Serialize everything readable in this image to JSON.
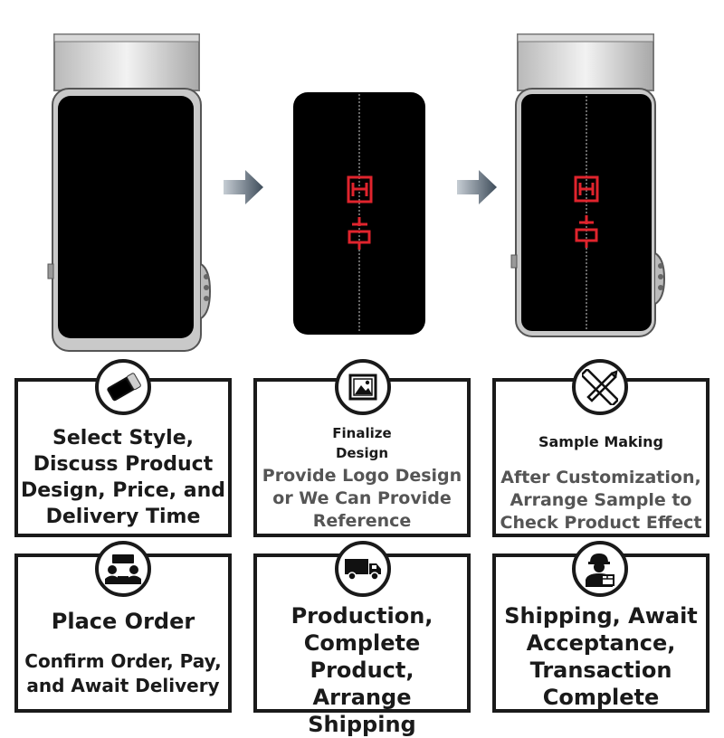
{
  "products": [
    {
      "name": "buckle-plain"
    },
    {
      "name": "buckle-design"
    },
    {
      "name": "buckle-sample"
    }
  ],
  "icons": {
    "arrow": "arrow-right-icon",
    "phone": "buckle-phone-icon",
    "image": "image-icon",
    "tools": "ruler-pencil-icon",
    "meeting": "meeting-icon",
    "truck": "delivery-truck-icon",
    "courier": "courier-box-icon"
  },
  "colors": {
    "logo_red": "#e0242d",
    "border": "#1a1a1a",
    "arrow": "#4d5c6b"
  },
  "steps": [
    {
      "title": "Select Style, Discuss Product Design, Price, and Delivery Time",
      "title_lines": [
        "Select Style,",
        "Discuss Product",
        "Design, Price, and",
        "Delivery Time"
      ]
    },
    {
      "title_lines": [
        "Finalize",
        "Design"
      ],
      "desc_lines": [
        "Provide Logo Design",
        "or We Can Provide",
        "Reference"
      ]
    },
    {
      "title": "Sample Making",
      "desc_lines": [
        "After Customization,",
        "Arrange Sample to",
        "Check Product Effect"
      ]
    },
    {
      "title": "Place Order",
      "desc_lines": [
        "Confirm Order, Pay,",
        "and Await Delivery"
      ]
    },
    {
      "title_lines": [
        "Production,",
        "Complete",
        "Product, Arrange",
        "Shipping"
      ]
    },
    {
      "title_lines": [
        "Shipping, Await",
        "Acceptance,",
        "Transaction",
        "Complete"
      ]
    }
  ]
}
